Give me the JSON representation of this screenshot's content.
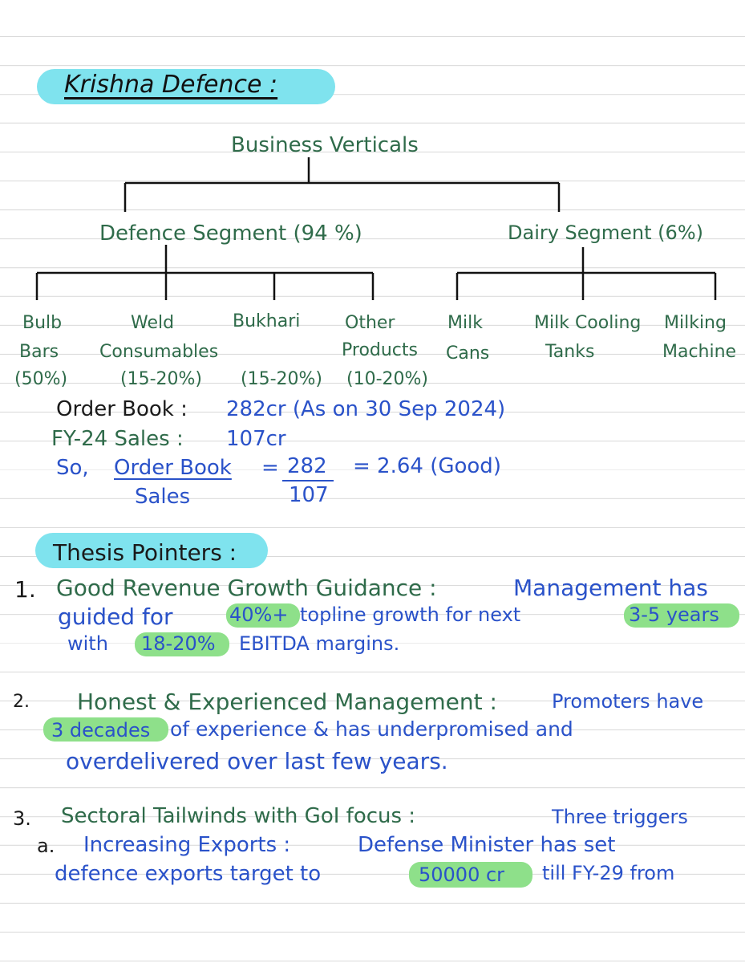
{
  "title": "Krishna Defence :",
  "tree": {
    "root": "Business Verticals",
    "left": "Defence Segment (94 %)",
    "right": "Dairy Segment (6%)",
    "defence_items": [
      {
        "l1": "Bulb",
        "l2": "Bars",
        "l3": "(50%)"
      },
      {
        "l1": "Weld",
        "l2": "Consumables",
        "l3": "(15-20%)"
      },
      {
        "l1": "Bukhari",
        "l2": "",
        "l3": "(15-20%)"
      },
      {
        "l1": "Other",
        "l2": "Products",
        "l3": "(10-20%)"
      }
    ],
    "dairy_items": [
      {
        "l1": "Milk",
        "l2": "Cans"
      },
      {
        "l1": "Milk Cooling",
        "l2": "Tanks"
      },
      {
        "l1": "Milking",
        "l2": "Machine"
      }
    ]
  },
  "order_book": {
    "label": "Order Book :",
    "value": "282cr (As on 30 Sep 2024)",
    "sales_label": "FY-24 Sales :",
    "sales_value": "107cr",
    "so": "So,",
    "ratio_num_label": "Order Book",
    "ratio_den_label": "Sales",
    "eq1": "=",
    "num": "282",
    "den": "107",
    "result": "= 2.64 (Good)"
  },
  "thesis": {
    "heading": "Thesis Pointers :",
    "p1": {
      "num": "1.",
      "title": "Good Revenue Growth Guidance :",
      "t1": "Management has",
      "l2a": "guided for",
      "h1": "40%+",
      "l2b": "topline growth for next",
      "h2": "3-5 years",
      "l3a": "with",
      "h3": "18-20%",
      "l3b": "EBITDA margins."
    },
    "p2": {
      "num": "2.",
      "title": "Honest & Experienced Management :",
      "t1": "Promoters have",
      "h1": "3 decades",
      "l2": "of experience & has underpromised and",
      "l3": "overdelivered over last few years."
    },
    "p3": {
      "num": "3.",
      "title": "Sectoral Tailwinds with GoI focus :",
      "t1": "Three triggers",
      "sub_letter": "a.",
      "sub_title": "Increasing Exports :",
      "sub_t1": "Defense Minister has set",
      "l2a": "defence exports target to",
      "h1": "50000 cr",
      "l2b": "till FY-29 from"
    }
  }
}
